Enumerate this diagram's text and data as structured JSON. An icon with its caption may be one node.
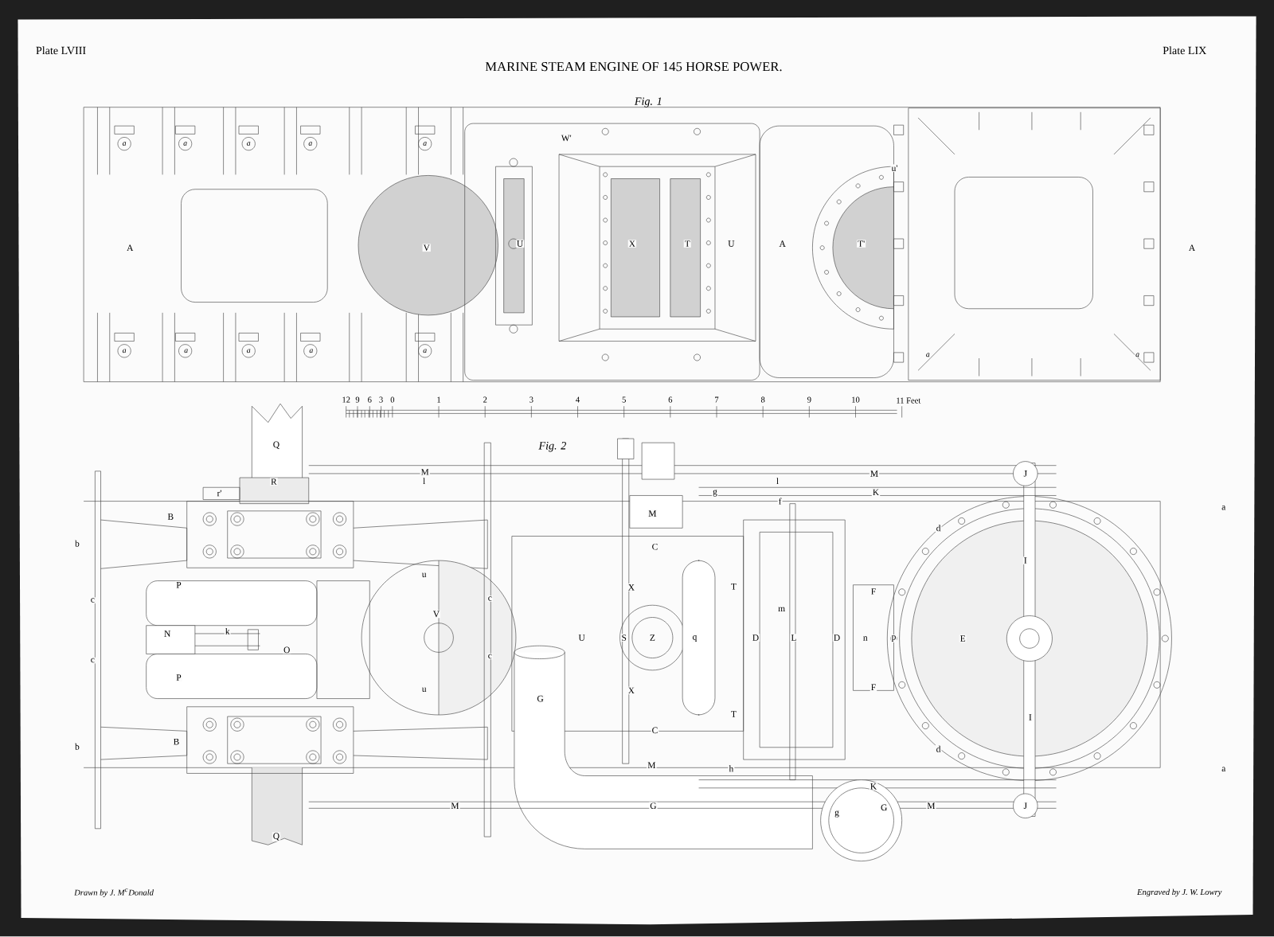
{
  "diagram": {
    "title": "MARINE STEAM ENGINE OF 145 HORSE POWER.",
    "labels": [
      "Plate LVIII",
      "Plate LIX",
      "Fig. 1",
      "a",
      "a",
      "a",
      "a",
      "a",
      "W'",
      "u'",
      "A",
      "V",
      "U",
      "X",
      "T",
      "U",
      "A",
      "T'",
      "A",
      "a",
      "a",
      "a",
      "a",
      "a",
      "a",
      "a",
      "12",
      "9",
      "6",
      "3",
      "0",
      "1",
      "2",
      "3",
      "4",
      "5",
      "6",
      "7",
      "8",
      "9",
      "10",
      "11 Feet",
      "Q",
      "Fig. 2",
      "M",
      "M",
      "J",
      "R",
      "r'",
      "l",
      "l",
      "g",
      "K",
      "f",
      "M",
      "B",
      "a",
      "b",
      "d",
      "C",
      "P",
      "u",
      "X",
      "T",
      "m",
      "F",
      "I",
      "c",
      "N",
      "k",
      "O",
      "V",
      "c",
      "U",
      "S",
      "Z",
      "q",
      "D",
      "L",
      "D",
      "n",
      "p",
      "E",
      "c",
      "P",
      "u",
      "c",
      "X",
      "T",
      "F",
      "G",
      "C",
      "I",
      "b",
      "B",
      "d",
      "a",
      "M",
      "h",
      "K",
      "M",
      "G",
      "G",
      "M",
      "J",
      "g",
      "Q",
      "Drawn by J. M$^{c}$Donald",
      "Engraved by J. W. Lowry"
    ]
  }
}
